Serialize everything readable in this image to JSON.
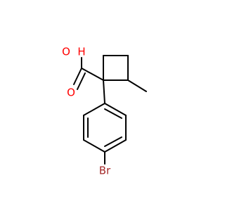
{
  "molecule": {
    "atoms": {
      "oxygen_hydroxyl": {
        "label": "O",
        "color": "#ff0000"
      },
      "hydrogen_hydroxyl": {
        "label": "H",
        "color": "#ff0000"
      },
      "oxygen_carbonyl": {
        "label": "O",
        "color": "#ff0000"
      },
      "bromine": {
        "label": "Br",
        "color": "#a52a2a"
      }
    }
  }
}
